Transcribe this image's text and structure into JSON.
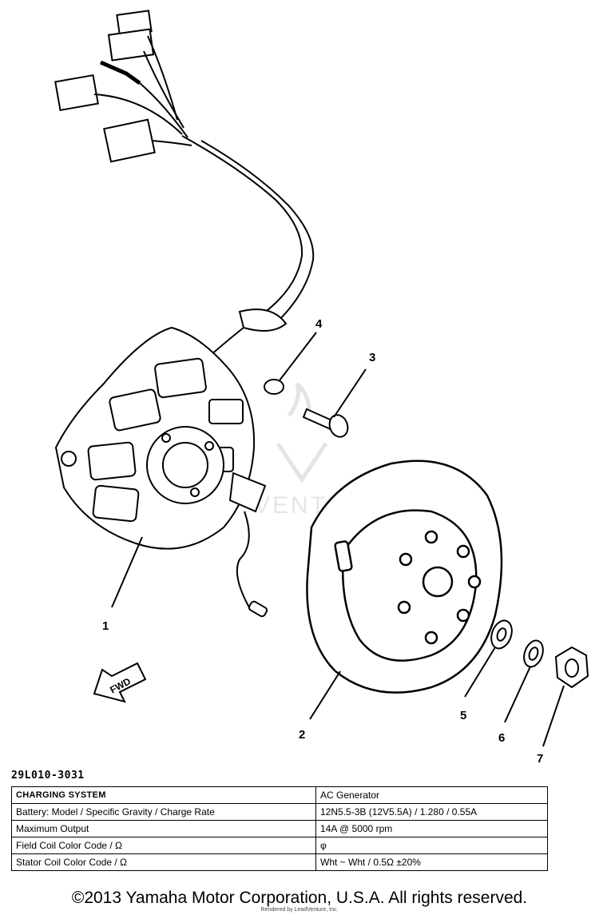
{
  "diagram": {
    "callouts": [
      "1",
      "2",
      "3",
      "4",
      "5",
      "6",
      "7"
    ],
    "watermark_text": "VENTURE",
    "fwd_label": "FWD"
  },
  "doc_code": "29L010-3031",
  "spec_table": {
    "rows": [
      {
        "label": "CHARGING SYSTEM",
        "value": "AC Generator"
      },
      {
        "label": "Battery: Model / Specific Gravity / Charge Rate",
        "value": "12N5.5-3B (12V5.5A) / 1.280 / 0.55A"
      },
      {
        "label": "Maximum Output",
        "value": "14A @ 5000 rpm"
      },
      {
        "label": "Field Coil Color Code / Ω",
        "value": "φ"
      },
      {
        "label": "Stator Coil Color Code / Ω",
        "value": "Wht ~ Wht / 0.5Ω ±20%"
      }
    ]
  },
  "footer": {
    "copyright": "©2013 Yamaha Motor Corporation, U.S.A. All rights reserved.",
    "rendered_by": "Rendered by LeadVenture, Inc."
  }
}
